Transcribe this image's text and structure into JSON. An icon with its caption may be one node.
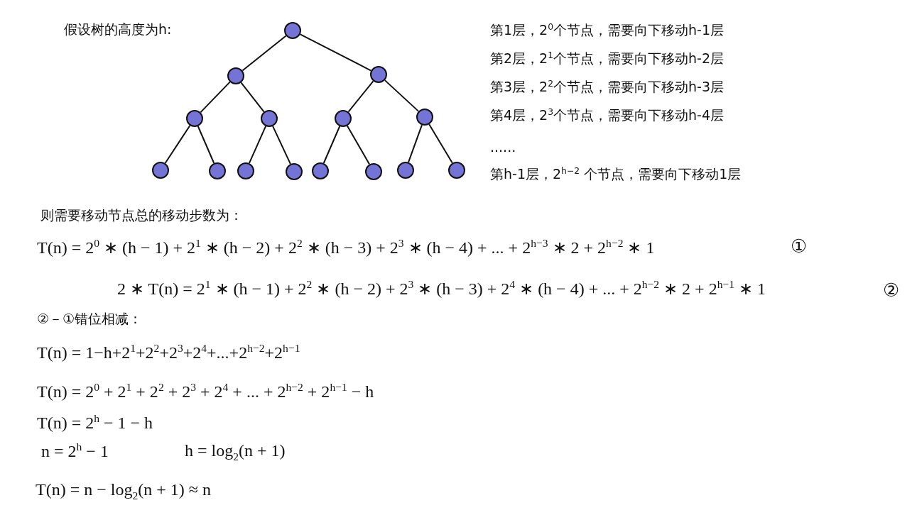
{
  "diagram": {
    "nodes": [
      {
        "text": [],
        "shape": "circle"
      },
      {
        "text": [],
        "shape": "circle"
      },
      {
        "text": [],
        "shape": "circle"
      },
      {
        "text": [],
        "shape": "circle"
      },
      {
        "text": [],
        "shape": "circle"
      },
      {
        "text": [],
        "shape": "circle"
      },
      {
        "text": [],
        "shape": "circle"
      },
      {
        "text": [],
        "shape": "circle"
      },
      {
        "text": [],
        "shape": "circle"
      },
      {
        "text": [],
        "shape": "circle"
      },
      {
        "text": [],
        "shape": "circle"
      },
      {
        "text": [],
        "shape": "circle"
      },
      {
        "text": [],
        "shape": "circle"
      },
      {
        "text": [],
        "shape": "circle"
      },
      {
        "text": [],
        "shape": "circle"
      }
    ],
    "edges": [
      {
        "from": 0,
        "to": 1,
        "arrow": "none"
      },
      {
        "from": 0,
        "to": 2,
        "arrow": "none"
      },
      {
        "from": 1,
        "to": 3,
        "arrow": "none"
      },
      {
        "from": 1,
        "to": 4,
        "arrow": "none"
      },
      {
        "from": 2,
        "to": 5,
        "arrow": "none"
      },
      {
        "from": 2,
        "to": 6,
        "arrow": "none"
      },
      {
        "from": 3,
        "to": 7,
        "arrow": "none"
      },
      {
        "from": 3,
        "to": 8,
        "arrow": "none"
      },
      {
        "from": 4,
        "to": 9,
        "arrow": "none"
      },
      {
        "from": 4,
        "to": 10,
        "arrow": "none"
      },
      {
        "from": 5,
        "to": 11,
        "arrow": "none"
      },
      {
        "from": 5,
        "to": 12,
        "arrow": "none"
      },
      {
        "from": 6,
        "to": 13,
        "arrow": "none"
      },
      {
        "from": 6,
        "to": 14,
        "arrow": "none"
      }
    ],
    "labels": [
      "假设树的高度为h:",
      "第1层，2$^{0}$个节点，需要向下移动h-1层",
      "第2层，2$^{1}$个节点，需要向下移动h-2层",
      "第3层，2$^{2}$个节点，需要向下移动h-3层",
      "第4层，2$^{3}$个节点，需要向下移动h-4层",
      "......",
      "第h-1层，2$^{h−2}$ 个节点，需要向下移动1层",
      "则需要移动节点总的移动步数为：",
      "T(n) = 2$^{0}$ ∗ (h − 1) + 2$^{1}$ ∗ (h − 2) + 2$^{2}$ ∗ (h − 3) + 2$^{3}$ ∗ (h − 4) + ... + 2$^{h−3}$ ∗ 2 + 2$^{h−2}$ ∗ 1",
      "①",
      "2 ∗ T(n) = 2$^{1}$ ∗ (h − 1) + 2$^{2}$ ∗ (h − 2) + 2$^{3}$ ∗ (h − 3) + 2$^{4}$ ∗ (h − 4) + ... + 2$^{h−2}$ ∗ 2 + 2$^{h−1}$ ∗ 1",
      "②",
      "②－①错位相减：",
      "T(n) = 1−h+2$^{1}$+2$^{2}$+2$^{3}$+2$^{4}$+...+2$^{h−2}$+2$^{h−1}$",
      "T(n) = 2$^{0}$ + 2$^{1}$ + 2$^{2}$ + 2$^{3}$ + 2$^{4}$ + ... + 2$^{h−2}$ + 2$^{h−1}$ − h",
      "T(n) = 2$^{h}$ − 1 − h",
      "n = 2$^{h}$ − 1",
      "h = log$_{2}$(n + 1)",
      "T(n) = n − log$_{2}$(n + 1) ≈ n"
    ]
  }
}
